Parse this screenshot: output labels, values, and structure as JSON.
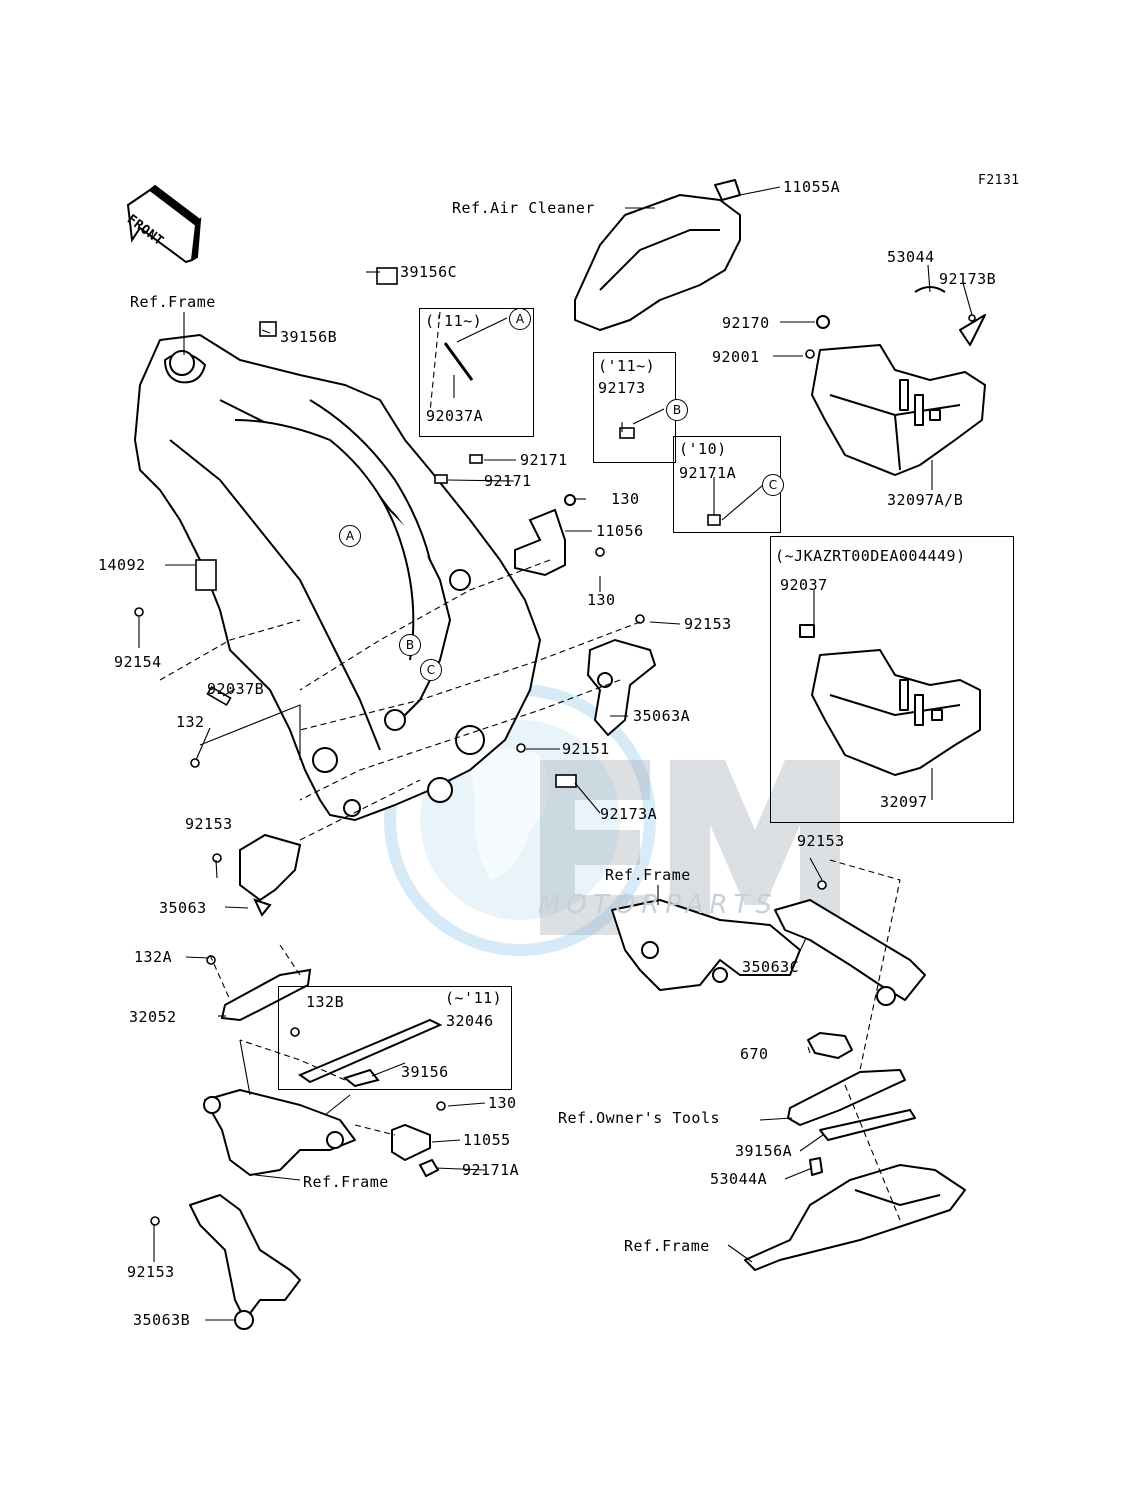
{
  "diagram": {
    "code": "F2131",
    "front_tag": "FRONT",
    "watermark": {
      "brand": "OEM",
      "sub": "MOTORPARTS"
    },
    "callouts": [
      "A",
      "B",
      "C"
    ],
    "labels": {
      "ref_air_cleaner": "Ref.Air Cleaner",
      "p11055A": "11055A",
      "ref_frame_top": "Ref.Frame",
      "p39156C": "39156C",
      "p39156B": "39156B",
      "box_11_a": "('11~)",
      "p92037A": "92037A",
      "p53044": "53044",
      "p92173B": "92173B",
      "p92170": "92170",
      "p92001": "92001",
      "box_11_b": "('11~)",
      "p92173": "92173",
      "p92171_1": "92171",
      "p92171_2": "92171",
      "box_10": "('10)",
      "p92171A_top": "92171A",
      "p32097AB": "32097A/B",
      "p130_1": "130",
      "p11056": "11056",
      "p14092": "14092",
      "p130_2": "130",
      "vin_range": "(~JKAZRT00DEA004449)",
      "p92037": "92037",
      "p92154": "92154",
      "p92153_1": "92153",
      "p92037B": "92037B",
      "p35063A": "35063A",
      "p132": "132",
      "p92151": "92151",
      "p32097": "32097",
      "p92173A": "92173A",
      "p92153_2": "92153",
      "p92153_3": "92153",
      "ref_frame_mid": "Ref.Frame",
      "p35063": "35063",
      "p132A": "132A",
      "p35063C": "35063C",
      "box_11_c": "(~'11)",
      "p132B": "132B",
      "p32046": "32046",
      "p32052": "32052",
      "p39156": "39156",
      "p670": "670",
      "p130_3": "130",
      "ref_owners_tools": "Ref.Owner's Tools",
      "p11055": "11055",
      "p39156A": "39156A",
      "p92171A_bot": "92171A",
      "p53044A": "53044A",
      "ref_frame_low": "Ref.Frame",
      "ref_frame_tail": "Ref.Frame",
      "p92153_4": "92153",
      "p35063B": "35063B"
    }
  }
}
